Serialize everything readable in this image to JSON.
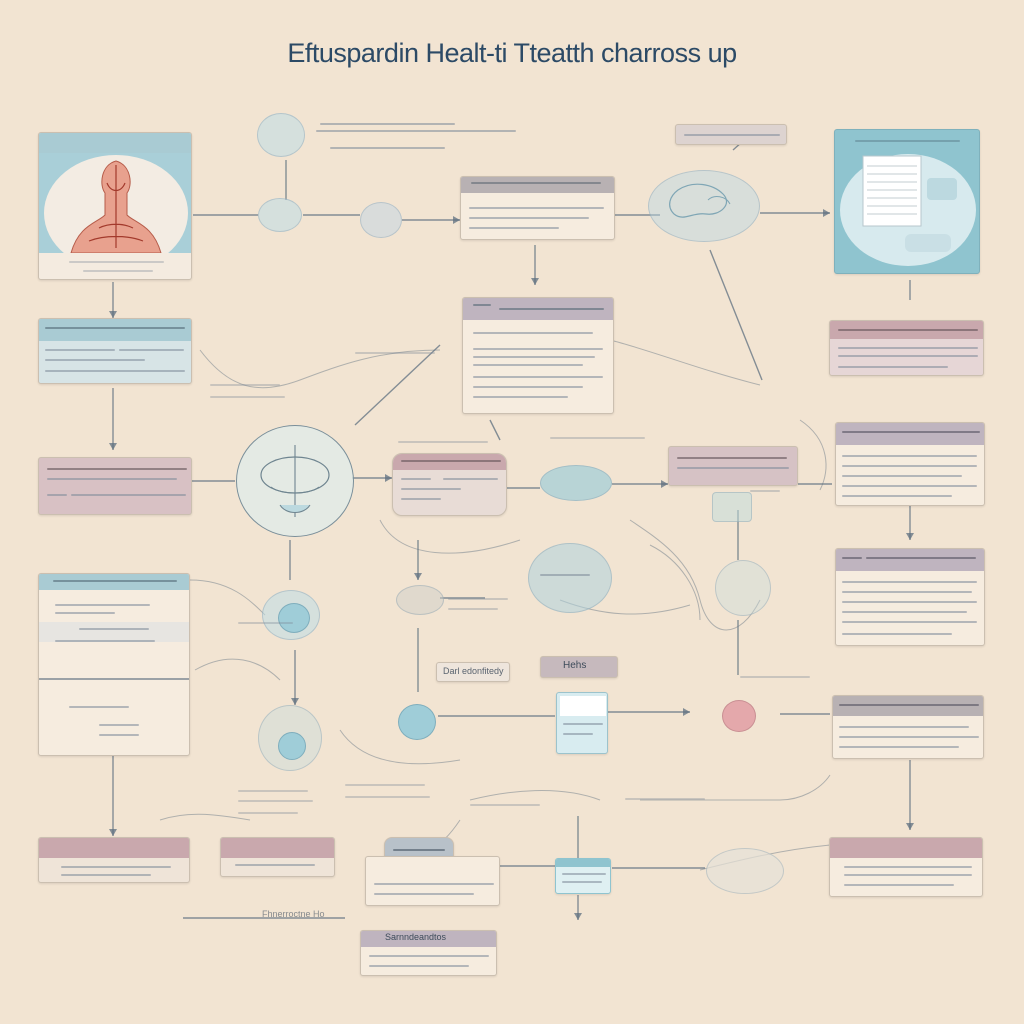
{
  "diagram": {
    "title": "Eftuspardin Healt-ti Tteatth charross up",
    "colors": {
      "background": "#f2e4d2",
      "title": "#2c4a66",
      "connector": "#5f7080",
      "header_pink": "#c9a8ad",
      "header_teal": "#a9cbd3",
      "panel_teal": "#8fc4cf",
      "accent_red": "#e4a8ab"
    },
    "labels": {
      "mid_tag": "Hehs",
      "lower_tag": "Darl edonfitedy",
      "bottom_tag": "Sarnndeandtos",
      "top_small_label": "Fhnerroctne Ho"
    },
    "icons": [
      "anatomy-figure-icon",
      "document-panel-icon",
      "globe-diagram-icon",
      "organ-diagram-icon"
    ]
  }
}
